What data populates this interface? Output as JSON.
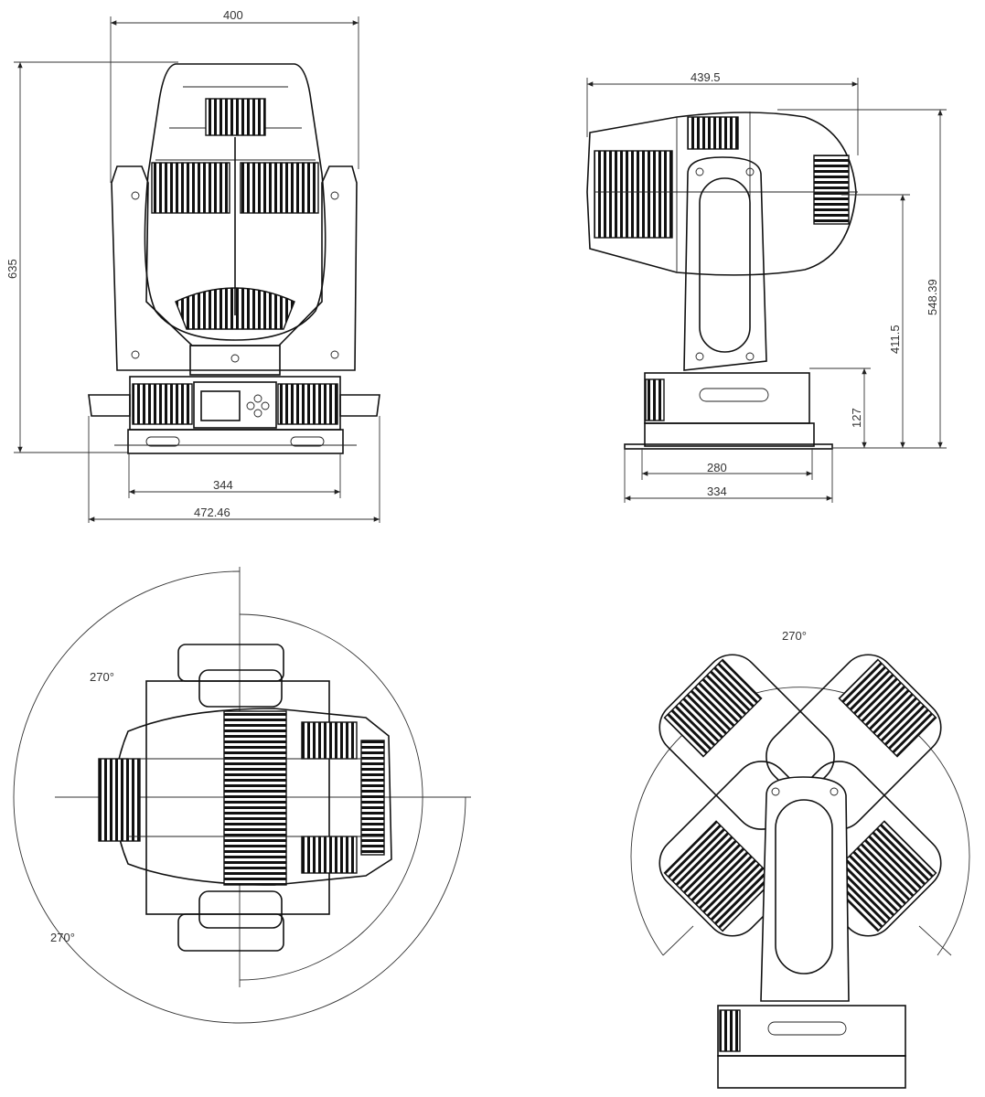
{
  "front_view": {
    "width_top": "400",
    "height": "635",
    "base_width": "344",
    "total_width": "472.46"
  },
  "side_view": {
    "length": "439.5",
    "total_height": "548.39",
    "axis_height": "411.5",
    "base_height": "127",
    "base_width": "280",
    "plate_width": "334"
  },
  "top_view": {
    "pan_angle_1": "270°",
    "pan_angle_2": "270°"
  },
  "tilt_view": {
    "tilt_angle": "270°"
  }
}
